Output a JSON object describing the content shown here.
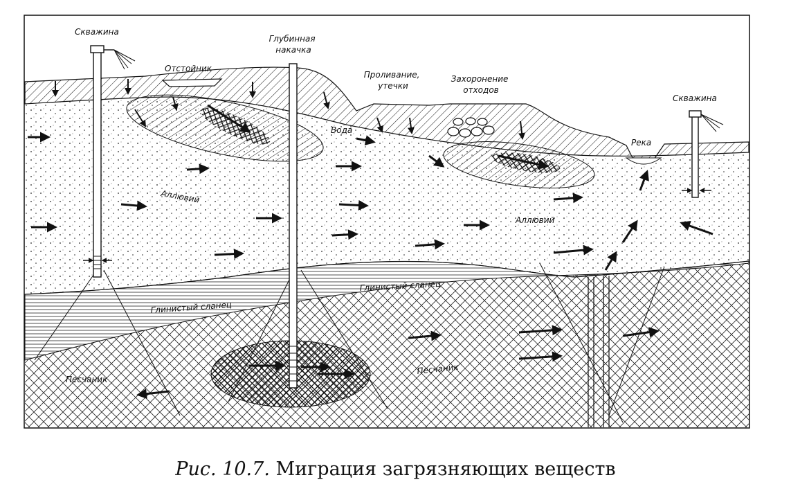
{
  "labels": {
    "well_left": "Скважина",
    "deep_pump": "Глубинная\nнакачка",
    "settler": "Отстойник",
    "spills": "Проливание,\nутечки",
    "waste_burial": "Захоронение\nотходов",
    "well_right": "Скважина",
    "water": "Вода",
    "river": "Река",
    "alluvium_1": "Аллювий",
    "alluvium_2": "Аллювий",
    "shale_1": "Глинистый сланец",
    "shale_2": "Глинистый сланец",
    "sandstone_1": "Песчаник",
    "sandstone_2": "Песчаник"
  },
  "caption": {
    "number": "Рис. 10.7.",
    "title": "Миграция загрязняющих веществ"
  }
}
